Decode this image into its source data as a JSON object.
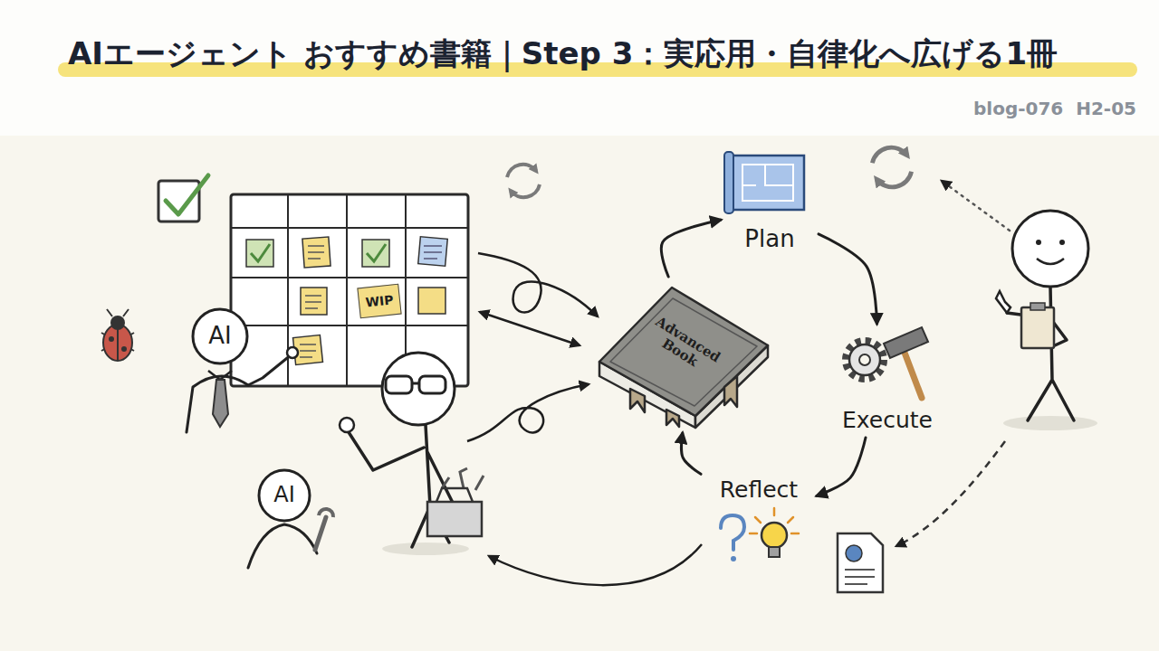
{
  "diagram": {
    "title": "AIエージェント おすすめ書籍｜Step 3：実応用・自律化へ広げる1冊",
    "nodes": [
      {
        "text": [
          "AI"
        ]
      },
      {
        "text": [
          "AI"
        ]
      },
      {
        "text": [
          "WIP"
        ]
      },
      {
        "text": [
          "Advanced Book"
        ]
      },
      {
        "text": [
          "Plan"
        ]
      },
      {
        "text": [
          "Execute"
        ]
      },
      {
        "text": [
          "Reflect"
        ]
      }
    ],
    "edges": [
      {
        "from": 3,
        "to": 4,
        "arrow": "to"
      },
      {
        "from": 4,
        "to": 5,
        "arrow": "to"
      },
      {
        "from": 5,
        "to": 6,
        "arrow": "to"
      },
      {
        "from": 6,
        "to": 3,
        "arrow": "to"
      }
    ],
    "labels": [
      "blog-076  H2-05"
    ]
  }
}
